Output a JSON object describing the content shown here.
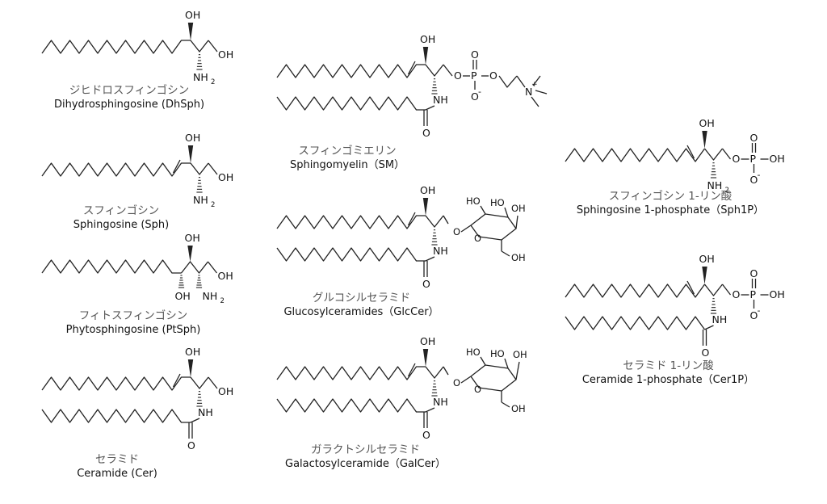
{
  "compounds": [
    {
      "id": "dhsph",
      "name_jp": "ジヒドロスフィンゴシン",
      "name_en": "Dihydrosphingosine (DhSph)"
    },
    {
      "id": "sph",
      "name_jp": "スフィンゴシン",
      "name_en": "Sphingosine (Sph)"
    },
    {
      "id": "ptsph",
      "name_jp": "フィトスフィンゴシン",
      "name_en": "Phytosphingosine (PtSph)"
    },
    {
      "id": "cer",
      "name_jp": "セラミド",
      "name_en": "Ceramide (Cer)"
    },
    {
      "id": "sm",
      "name_jp": "スフィンゴミエリン",
      "name_en": "Sphingomyelin（SM）"
    },
    {
      "id": "glccer",
      "name_jp": "グルコシルセラミド",
      "name_en": "Glucosylceramides（GlcCer）"
    },
    {
      "id": "galcer",
      "name_jp": "ガラクトシルセラミド",
      "name_en": "Galactosylceramide（GalCer）"
    },
    {
      "id": "sph1p",
      "name_jp": "スフィンゴシン 1-リン酸",
      "name_en": "Sphingosine 1-phosphate（Sph1P）"
    },
    {
      "id": "cer1p",
      "name_jp": "セラミド 1-リン酸",
      "name_en": "Ceramide 1-phosphate（Cer1P）"
    }
  ],
  "atom_labels": {
    "oh": "OH",
    "nh2": "NH",
    "nh2_sub": "2",
    "nh": "NH",
    "o": "O",
    "p": "P",
    "minus": "-",
    "n": "N",
    "plus": "+",
    "ho": "HO"
  },
  "colors": {
    "bond": "#222222",
    "text": "#111111"
  }
}
